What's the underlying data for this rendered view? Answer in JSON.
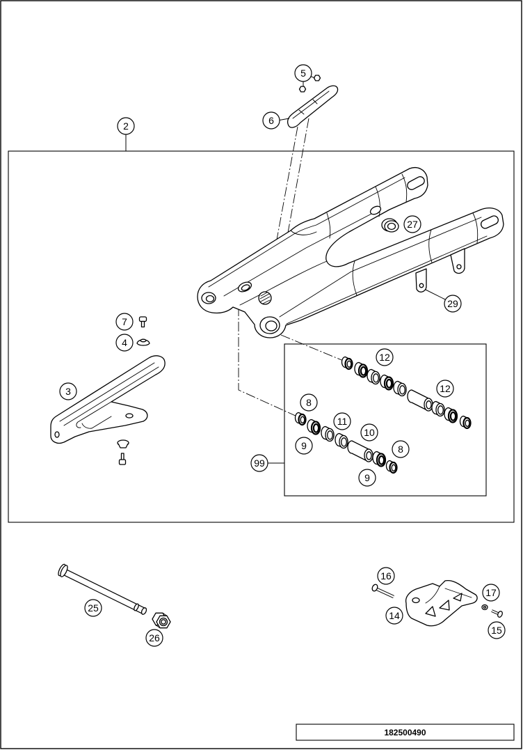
{
  "diagram": {
    "drawing_number": "182500490",
    "callouts": [
      "2",
      "5",
      "6",
      "27",
      "29",
      "7",
      "4",
      "3",
      "12",
      "12",
      "8",
      "11",
      "10",
      "9",
      "8",
      "9",
      "99",
      "25",
      "26",
      "16",
      "17",
      "14",
      "15"
    ]
  }
}
